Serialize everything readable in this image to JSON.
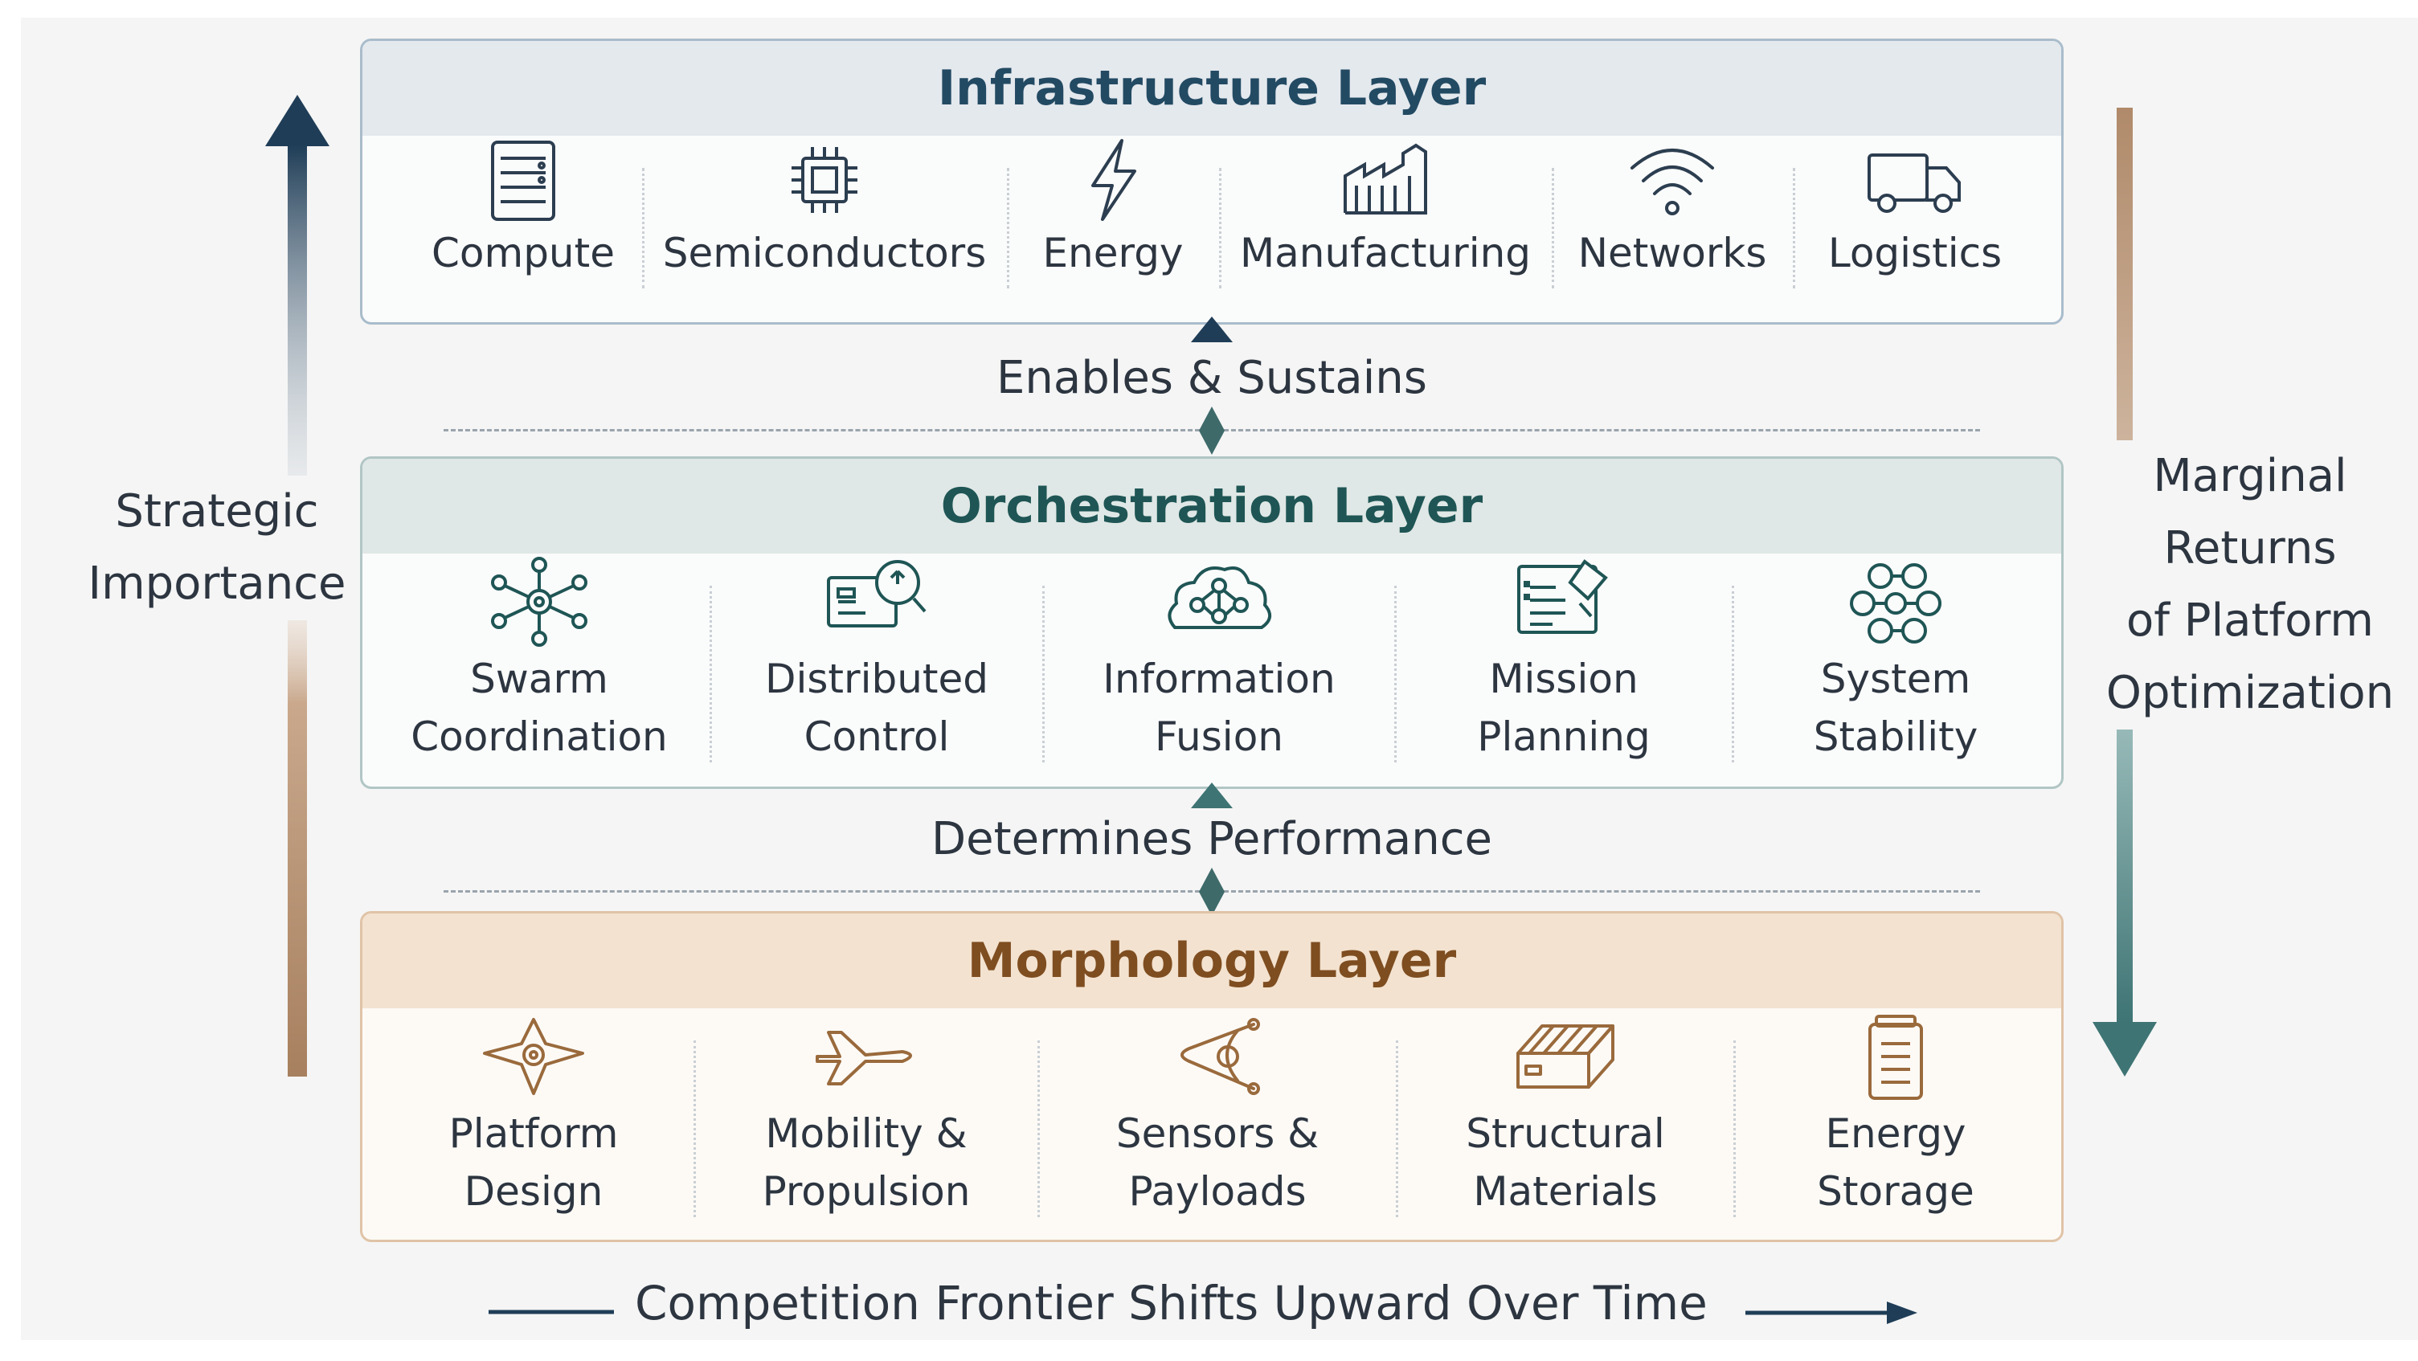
{
  "layers": {
    "infrastructure": {
      "title": "Infrastructure Layer",
      "items": [
        {
          "label": "Compute",
          "icon": "server-icon"
        },
        {
          "label": "Semiconductors",
          "icon": "chip-icon"
        },
        {
          "label": "Energy",
          "icon": "lightning-icon"
        },
        {
          "label": "Manufacturing",
          "icon": "factory-icon"
        },
        {
          "label": "Networks",
          "icon": "wifi-icon"
        },
        {
          "label": "Logistics",
          "icon": "truck-icon"
        }
      ]
    },
    "orchestration": {
      "title": "Orchestration Layer",
      "items": [
        {
          "line1": "Swarm",
          "line2": "Coordination",
          "icon": "network-hub-icon"
        },
        {
          "line1": "Distributed",
          "line2": "Control",
          "icon": "control-monitor-icon"
        },
        {
          "line1": "Information",
          "line2": "Fusion",
          "icon": "cloud-network-icon"
        },
        {
          "line1": "Mission",
          "line2": "Planning",
          "icon": "planning-document-icon"
        },
        {
          "line1": "System",
          "line2": "Stability",
          "icon": "linked-nodes-icon"
        }
      ]
    },
    "morphology": {
      "title": "Morphology Layer",
      "items": [
        {
          "line1": "Platform",
          "line2": "Design",
          "icon": "drone-icon"
        },
        {
          "line1": "Mobility &",
          "line2": "Propulsion",
          "icon": "aircraft-icon"
        },
        {
          "line1": "Sensors &",
          "line2": "Payloads",
          "icon": "sensor-icon"
        },
        {
          "line1": "Structural",
          "line2": "Materials",
          "icon": "material-block-icon"
        },
        {
          "line1": "Energy",
          "line2": "Storage",
          "icon": "battery-icon"
        }
      ]
    }
  },
  "connectors": {
    "top": "Enables & Sustains",
    "middle": "Determines Performance"
  },
  "left_axis": {
    "line1": "Strategic",
    "line2": "Importance"
  },
  "right_axis": {
    "line1": "Marginal",
    "line2": "Returns",
    "line3": "of Platform",
    "line4": "Optimization"
  },
  "bottom_caption": "Competition Frontier Shifts Upward Over Time",
  "colors": {
    "infrastructure": "#234a63",
    "orchestration": "#1f5555",
    "morphology": "#7e4d20",
    "arrow_navy": "#1f3d57",
    "arrow_teal": "#3e7474",
    "arrow_tan": "#b08a6a"
  }
}
